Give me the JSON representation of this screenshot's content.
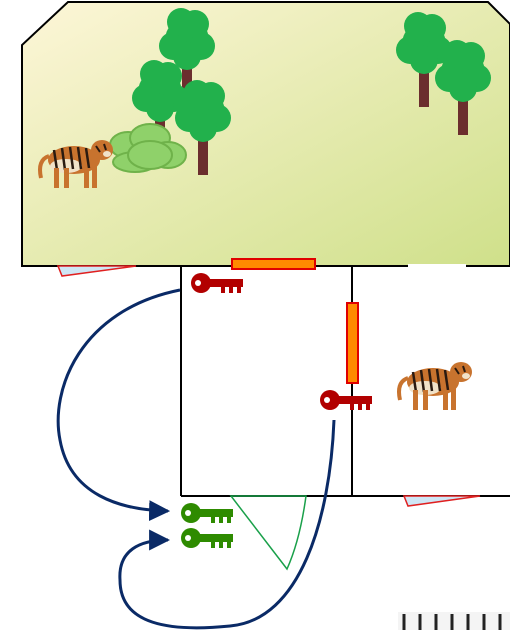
{
  "colors": {
    "outdoor_fill_start": "#fdf6d8",
    "outdoor_fill_end": "#cfe08a",
    "wall": "#000000",
    "locked_door_fill": "#ff8a00",
    "locked_door_edge": "#e00000",
    "red_key": "#b20000",
    "green_key": "#2e8b00",
    "arrow": "#0a2a66",
    "swing_door": "#1aa04a",
    "open_door_fill": "#cfe6f5",
    "open_door_edge": "#e02020",
    "tree_leaf": "#22b14c",
    "tree_trunk": "#6b2e2e",
    "bush": "#8fd16a",
    "tiger_body": "#c8732e"
  },
  "icons": {
    "tiger": "tiger-icon",
    "tree": "tree-icon",
    "bush": "bush-icon",
    "red_key": "red-key-icon",
    "green_key": "green-key-icon"
  },
  "counts": {
    "trees": 5,
    "tigers": 2,
    "red_keys": 2,
    "green_keys": 2,
    "locked_doors": 2,
    "open_doors": 3
  }
}
